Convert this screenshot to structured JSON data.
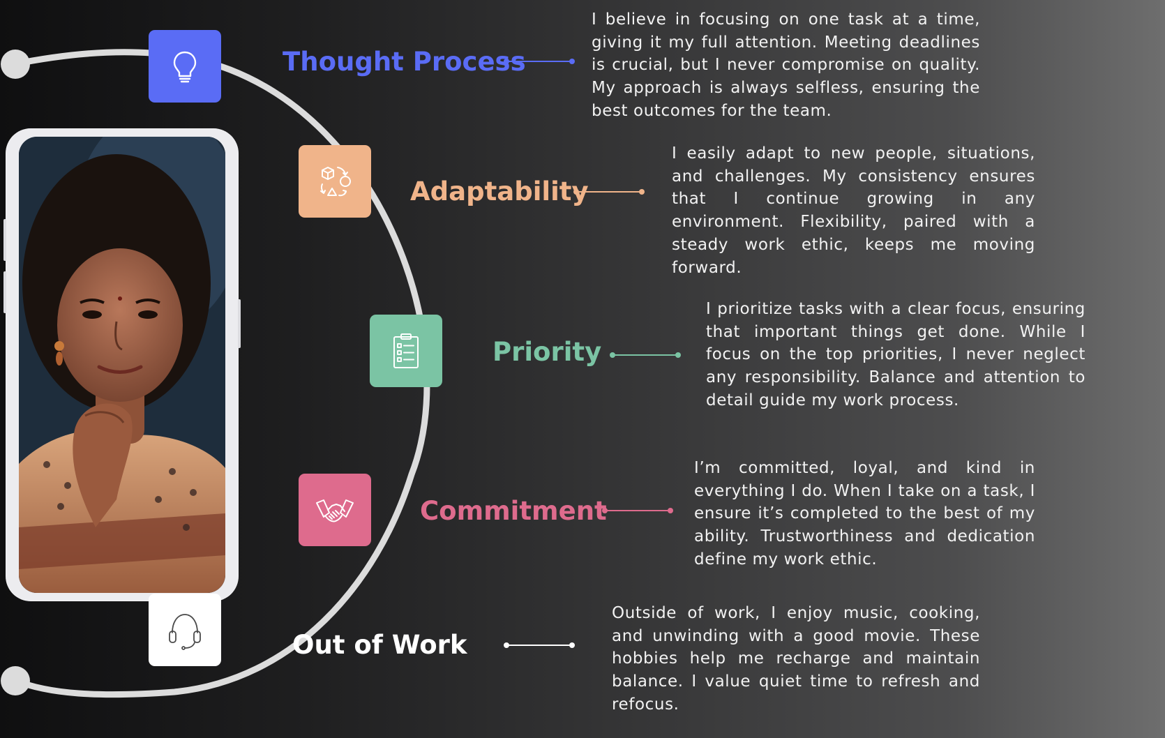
{
  "sections": [
    {
      "title": "Thought Process",
      "color": "#5a6cf5",
      "icon": "lightbulb-icon",
      "description": "I believe in focusing on one task at a time, giving it my full attention. Meeting deadlines is crucial, but I never compromise on quality. My approach is always selfless, ensuring the best outcomes for the team."
    },
    {
      "title": "Adaptability",
      "color": "#f0b48a",
      "icon": "shapes-cycle-icon",
      "description": "I easily adapt to new people, situations, and challenges. My consistency ensures that I continue growing in any environment. Flexibility, paired with a steady work ethic, keeps me moving forward."
    },
    {
      "title": "Priority",
      "color": "#7bc4a4",
      "icon": "clipboard-checklist-icon",
      "description": "I prioritize tasks with a clear focus, ensuring that important things get done. While I focus on the top priorities, I never neglect any responsibility. Balance and attention to detail guide my work process."
    },
    {
      "title": "Commitment",
      "color": "#de6b8d",
      "icon": "handshake-icon",
      "description": "I’m committed, loyal, and kind in everything I do. When I take on a task, I ensure it’s completed to the best of my ability. Trustworthiness and dedication define my work ethic."
    },
    {
      "title": "Out of Work",
      "color": "#ffffff",
      "icon": "headphones-icon",
      "description": "Outside of work, I enjoy music, cooking, and unwinding with a good movie. These hobbies help me recharge and maintain balance. I value quiet time to refresh and refocus."
    }
  ],
  "portrait": {
    "frame": "smartphone",
    "photo_subject": "smiling woman resting chin on hand"
  }
}
